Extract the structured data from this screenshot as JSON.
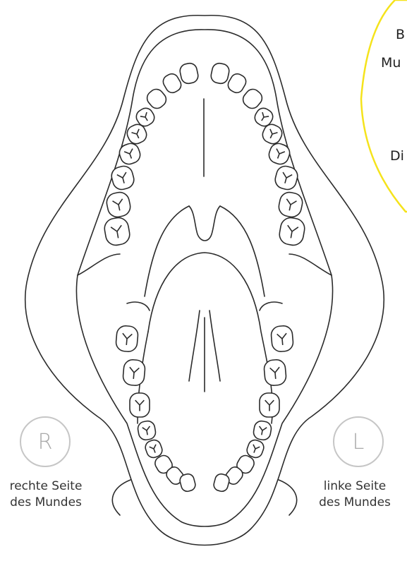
{
  "right_side": {
    "badge": "R",
    "caption_line1": "rechte Seite",
    "caption_line2": "des Mundes"
  },
  "left_side": {
    "badge": "L",
    "caption_line1": "linke Seite",
    "caption_line2": "des Mundes"
  },
  "callout": {
    "border_color": "#f5e31b",
    "line1": "B",
    "line2": "Mu",
    "line3": "Di"
  },
  "colors": {
    "outline": "#2b2b2b",
    "badge_border": "#c6c6c6"
  }
}
